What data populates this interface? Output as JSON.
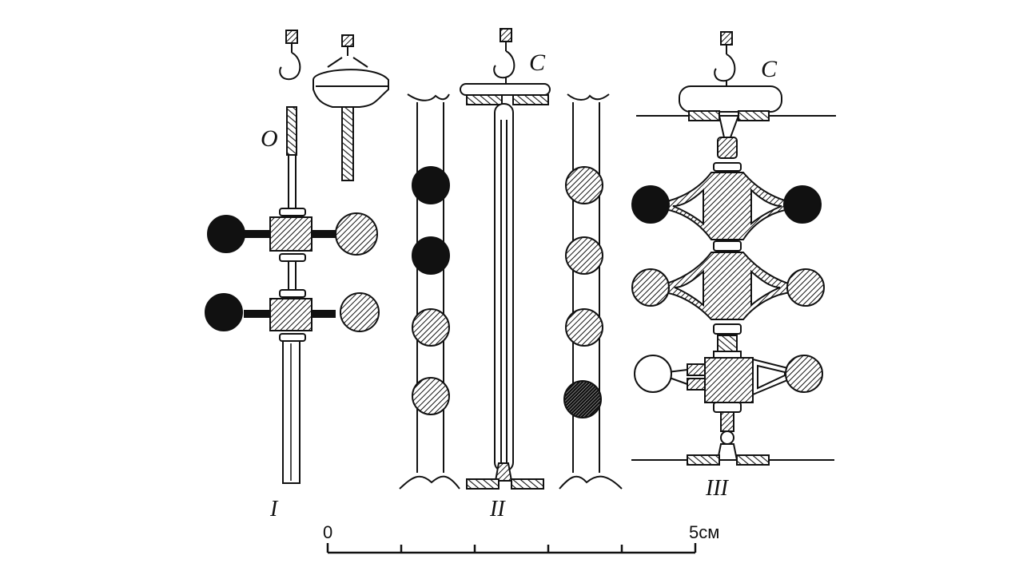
{
  "figure": {
    "label_O": "O",
    "label_C_II": "C",
    "label_C_III": "C",
    "label_I": "I",
    "label_II": "II",
    "label_III": "III"
  },
  "scale": {
    "start_label": "0",
    "end_label": "5см"
  },
  "colors": {
    "ink": "#111111",
    "paper": "#ffffff"
  }
}
